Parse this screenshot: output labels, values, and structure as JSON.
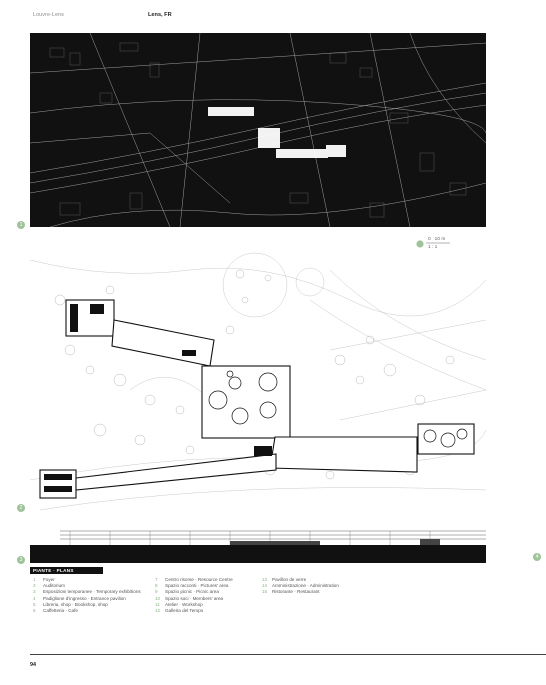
{
  "header": {
    "section_label": "Louvre-Lens",
    "location": "Lens, FR"
  },
  "markers": {
    "site_map": "1",
    "plan": "2",
    "section": "3",
    "side": "4"
  },
  "scale": {
    "values": "0   10 m",
    "ratio": "1 : 1"
  },
  "legend": {
    "title": "PIANTE · PLANS",
    "col1": [
      {
        "n": "1",
        "text": "Foyer"
      },
      {
        "n": "2",
        "text": "Auditorium"
      },
      {
        "n": "3",
        "text": "Esposizioni temporanee · Temporary exhibitions"
      },
      {
        "n": "4",
        "text": "Padiglione d'ingresso · Entrance pavilion"
      },
      {
        "n": "5",
        "text": "Libreria, shop · Bookshop, shop"
      },
      {
        "n": "6",
        "text": "Caffetteria · Cafe"
      }
    ],
    "col2": [
      {
        "n": "7",
        "text": "Centro risorse · Resource Centre"
      },
      {
        "n": "8",
        "text": "Spazio racconti · Pictures' area"
      },
      {
        "n": "9",
        "text": "Spazio picnic · Picnic area"
      },
      {
        "n": "10",
        "text": "Spazio soci · Members' area"
      },
      {
        "n": "11",
        "text": "Atelier · Workshop"
      },
      {
        "n": "12",
        "text": "Galleria del Tempo"
      }
    ],
    "col3": [
      {
        "n": "13",
        "text": "Pavillon de verre"
      },
      {
        "n": "14",
        "text": "Amministrazione · Administration"
      },
      {
        "n": "15",
        "text": "Ristorante · Restaurant"
      }
    ]
  },
  "footer": {
    "page_number": "94"
  }
}
